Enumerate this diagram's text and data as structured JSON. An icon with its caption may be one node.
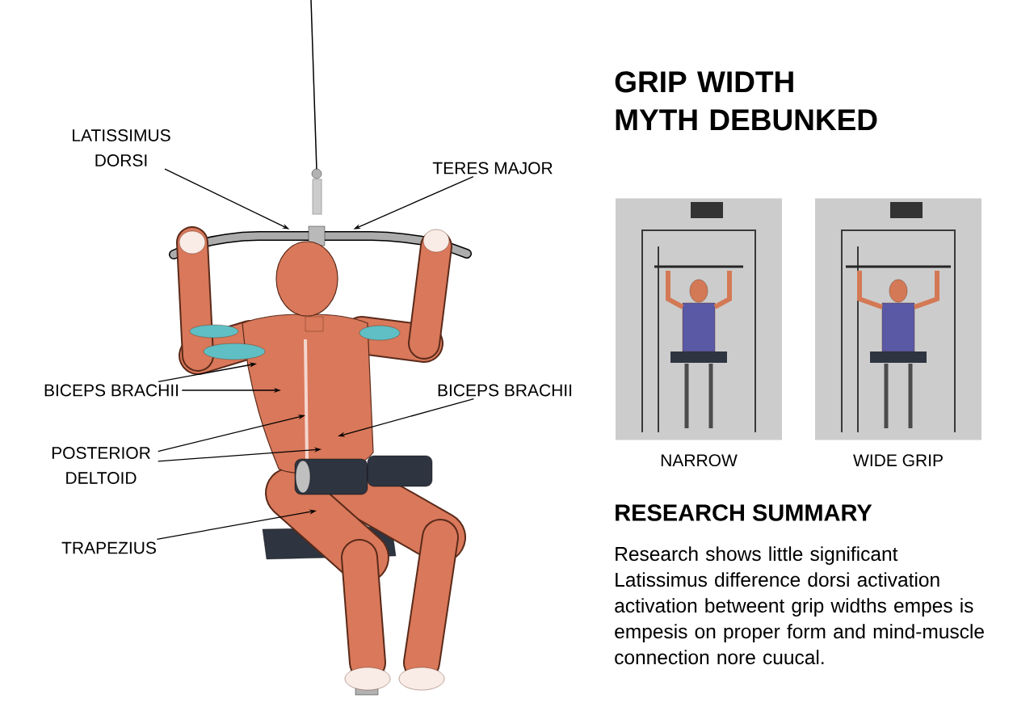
{
  "diagram": {
    "title": "GRIP WIDTH MYTH DEBUNKED",
    "nodes": [
      {
        "text": [
          "LATISSIMUS DORSI"
        ]
      },
      {
        "text": [
          "TERES MAJOR"
        ]
      },
      {
        "text": [
          "BICEPS BRACHII"
        ]
      },
      {
        "text": [
          "BICEPS BRACHII"
        ]
      },
      {
        "text": [
          "POSTERIOR DELTOID"
        ]
      },
      {
        "text": [
          "TRAPEZIUS"
        ]
      },
      {
        "text": [],
        "shape": "picture",
        "beside": [
          "NARROW"
        ]
      },
      {
        "text": [],
        "shape": "picture",
        "beside": [
          "WIDE GRIP"
        ]
      },
      {
        "text": [],
        "shape": "bar"
      },
      {
        "text": [],
        "shape": "person"
      }
    ],
    "edges": [
      {
        "from": 0,
        "to": 8,
        "arrow": "to"
      },
      {
        "from": 1,
        "to": 8,
        "arrow": "to"
      },
      {
        "from": 2,
        "to": 9,
        "arrow": "to"
      },
      {
        "from": 2,
        "to": 9,
        "arrow": "to"
      },
      {
        "from": 3,
        "to": 9,
        "arrow": "to"
      },
      {
        "from": 4,
        "to": 9,
        "arrow": "to"
      },
      {
        "from": 4,
        "to": 9,
        "arrow": "to"
      },
      {
        "from": 5,
        "to": 9,
        "arrow": "to"
      }
    ],
    "labels": [
      "RESEARCH SUMMARY",
      "Research shows little significant Latissimus difference dorsi activation activation betweent grip widths empes is empesis on proper form and mind-muscle connection nore cuucal."
    ]
  }
}
